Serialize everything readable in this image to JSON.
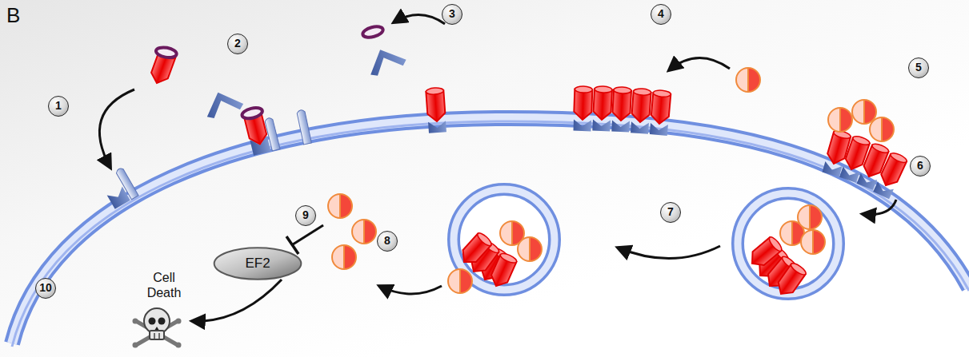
{
  "diagram": {
    "nodes": [
      {
        "text": [
          "EF2"
        ]
      }
    ],
    "labels": [
      "B",
      "1",
      "2",
      "3",
      "4",
      "5",
      "6",
      "7",
      "8",
      "9",
      "10",
      "Cell Death"
    ]
  }
}
